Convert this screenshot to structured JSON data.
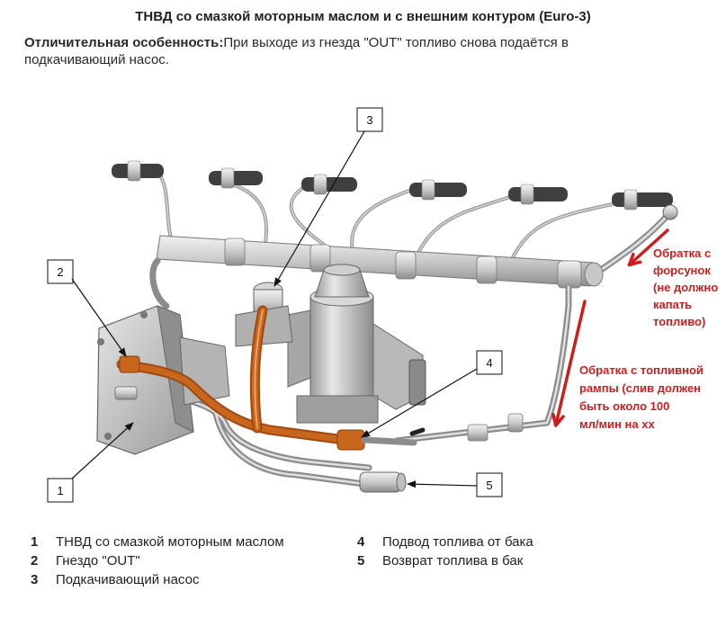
{
  "title": "ТНВД со смазкой моторным маслом и с внешним контуром (Euro-3)",
  "description": {
    "label": "Отличительная особенность:",
    "text": "При выходе из гнезда \"OUT\" топливо снова подаётся в подкачивающий насос."
  },
  "callouts": [
    "1",
    "2",
    "3",
    "4",
    "5"
  ],
  "annotations": {
    "injector_return": [
      "Обратка с",
      "форсунок",
      "(не должно",
      "капать",
      "топливо)"
    ],
    "rail_return": [
      "Обратка с топливной",
      "рампы (слив должен",
      "быть около 100",
      "мл/мин на хх"
    ]
  },
  "legend": {
    "left": [
      {
        "num": "1",
        "text": "ТНВД со смазкой моторным маслом"
      },
      {
        "num": "2",
        "text": "Гнездо \"OUT\""
      },
      {
        "num": "3",
        "text": "Подкачивающий насос"
      }
    ],
    "right": [
      {
        "num": "4",
        "text": "Подвод топлива от бака"
      },
      {
        "num": "5",
        "text": "Возврат топлива в бак"
      }
    ]
  },
  "colors": {
    "highlight_pipe": "#c8661e",
    "annotation_red": "#cc1e1e"
  }
}
